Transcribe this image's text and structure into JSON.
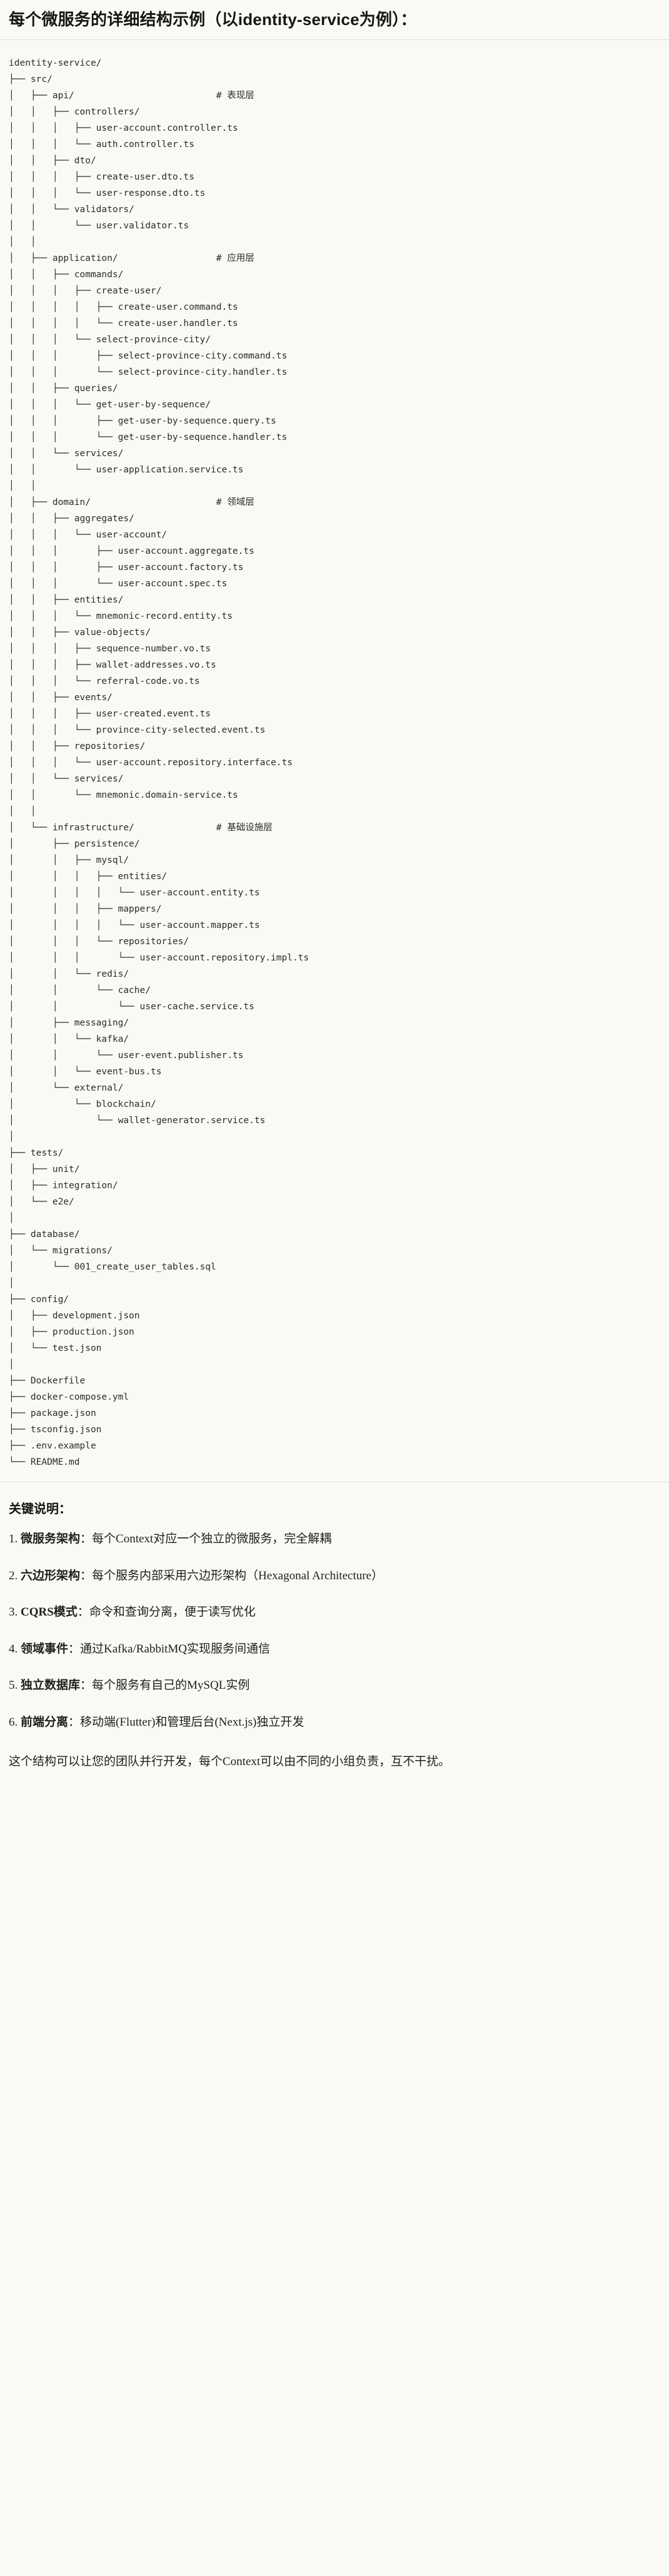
{
  "header": {
    "title": "每个微服务的详细结构示例（以identity-service为例）："
  },
  "tree": {
    "root": "identity-service/",
    "text": "identity-service/\n├── src/\n│   ├── api/                          # 表现层\n│   │   ├── controllers/\n│   │   │   ├── user-account.controller.ts\n│   │   │   └── auth.controller.ts\n│   │   ├── dto/\n│   │   │   ├── create-user.dto.ts\n│   │   │   └── user-response.dto.ts\n│   │   └── validators/\n│   │       └── user.validator.ts\n│   │\n│   ├── application/                  # 应用层\n│   │   ├── commands/\n│   │   │   ├── create-user/\n│   │   │   │   ├── create-user.command.ts\n│   │   │   │   └── create-user.handler.ts\n│   │   │   └── select-province-city/\n│   │   │       ├── select-province-city.command.ts\n│   │   │       └── select-province-city.handler.ts\n│   │   ├── queries/\n│   │   │   └── get-user-by-sequence/\n│   │   │       ├── get-user-by-sequence.query.ts\n│   │   │       └── get-user-by-sequence.handler.ts\n│   │   └── services/\n│   │       └── user-application.service.ts\n│   │\n│   ├── domain/                       # 领域层\n│   │   ├── aggregates/\n│   │   │   └── user-account/\n│   │   │       ├── user-account.aggregate.ts\n│   │   │       ├── user-account.factory.ts\n│   │   │       └── user-account.spec.ts\n│   │   ├── entities/\n│   │   │   └── mnemonic-record.entity.ts\n│   │   ├── value-objects/\n│   │   │   ├── sequence-number.vo.ts\n│   │   │   ├── wallet-addresses.vo.ts\n│   │   │   └── referral-code.vo.ts\n│   │   ├── events/\n│   │   │   ├── user-created.event.ts\n│   │   │   └── province-city-selected.event.ts\n│   │   ├── repositories/\n│   │   │   └── user-account.repository.interface.ts\n│   │   └── services/\n│   │       └── mnemonic.domain-service.ts\n│   │\n│   └── infrastructure/               # 基础设施层\n│       ├── persistence/\n│       │   ├── mysql/\n│       │   │   ├── entities/\n│       │   │   │   └── user-account.entity.ts\n│       │   │   ├── mappers/\n│       │   │   │   └── user-account.mapper.ts\n│       │   │   └── repositories/\n│       │   │       └── user-account.repository.impl.ts\n│       │   └── redis/\n│       │       └── cache/\n│       │           └── user-cache.service.ts\n│       ├── messaging/\n│       │   └── kafka/\n│       │       └── user-event.publisher.ts\n│       │   └── event-bus.ts\n│       └── external/\n│           └── blockchain/\n│               └── wallet-generator.service.ts\n│\n├── tests/\n│   ├── unit/\n│   ├── integration/\n│   └── e2e/\n│\n├── database/\n│   └── migrations/\n│       └── 001_create_user_tables.sql\n│\n├── config/\n│   ├── development.json\n│   ├── production.json\n│   └── test.json\n│\n├── Dockerfile\n├── docker-compose.yml\n├── package.json\n├── tsconfig.json\n├── .env.example\n└── README.md",
    "layer_comments": [
      "# 表现层",
      "# 应用层",
      "# 领域层",
      "# 基础设施层"
    ]
  },
  "notes": {
    "heading": "关键说明：",
    "items": [
      {
        "num": "1.",
        "lead": "微服务架构",
        "sep": "：",
        "body": "每个Context对应一个独立的微服务，完全解耦"
      },
      {
        "num": "2.",
        "lead": "六边形架构",
        "sep": "：",
        "body": "每个服务内部采用六边形架构（Hexagonal Architecture）"
      },
      {
        "num": "3.",
        "lead": "CQRS模式",
        "sep": "：",
        "body": "命令和查询分离，便于读写优化"
      },
      {
        "num": "4.",
        "lead": "领域事件",
        "sep": "：",
        "body": "通过Kafka/RabbitMQ实现服务间通信"
      },
      {
        "num": "5.",
        "lead": "独立数据库",
        "sep": "：",
        "body": "每个服务有自己的MySQL实例"
      },
      {
        "num": "6.",
        "lead": "前端分离",
        "sep": "：",
        "body": "移动端(Flutter)和管理后台(Next.js)独立开发"
      }
    ],
    "closing": "这个结构可以让您的团队并行开发，每个Context可以由不同的小组负责，互不干扰。"
  }
}
